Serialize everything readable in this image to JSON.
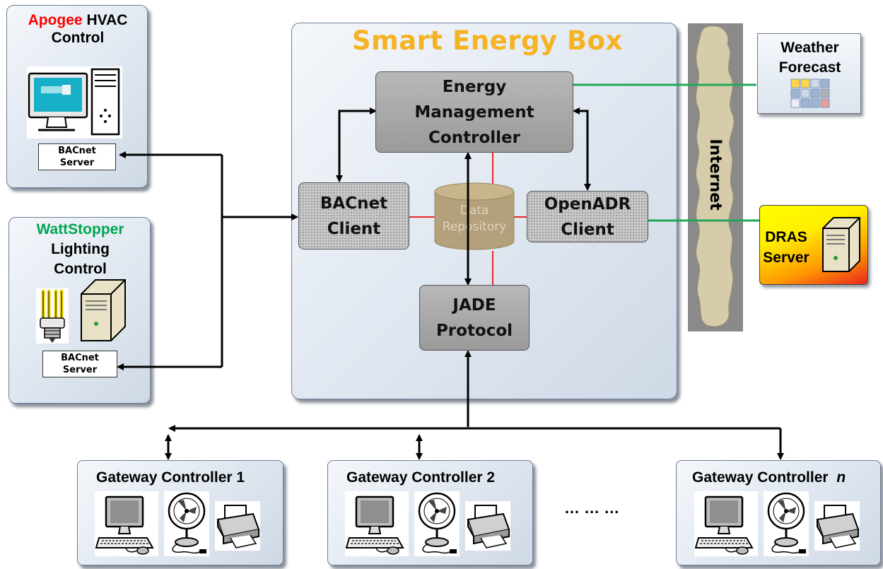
{
  "hvac": {
    "brand": "Apogee",
    "title": "HVAC",
    "title2": "Control",
    "server_line1": "BACnet",
    "server_line2": "Server"
  },
  "lighting": {
    "brand": "WattStopper",
    "line1": "Lighting",
    "line2": "Control",
    "server_line1": "BACnet",
    "server_line2": "Server"
  },
  "smart_box": {
    "title": "Smart Energy Box",
    "emc": [
      "Energy",
      "Management",
      "Controller"
    ],
    "bacnet_client": [
      "BACnet",
      "Client"
    ],
    "openadr_client": [
      "OpenADR",
      "Client"
    ],
    "data_repo": [
      "Data",
      "Repository"
    ],
    "jade": [
      "JADE",
      "Protocol"
    ]
  },
  "internet": "Internet",
  "weather": {
    "line1": "Weather",
    "line2": "Forecast"
  },
  "dras": {
    "line1": "DRAS",
    "line2": "Server"
  },
  "gateways": [
    {
      "label": "Gateway Controller 1",
      "suffix": ""
    },
    {
      "label": "Gateway Controller 2",
      "suffix": ""
    },
    {
      "label": "Gateway Controller",
      "suffix": "n"
    }
  ],
  "ellipsis": "… … …",
  "colors": {
    "brand_red": "#ff0000",
    "brand_green": "#00a651",
    "title_orange": "#f5b323",
    "link_green": "#22a75a",
    "link_red": "#e8272b",
    "dras_yellow": "#ffee00",
    "dras_red": "#e8271e"
  }
}
